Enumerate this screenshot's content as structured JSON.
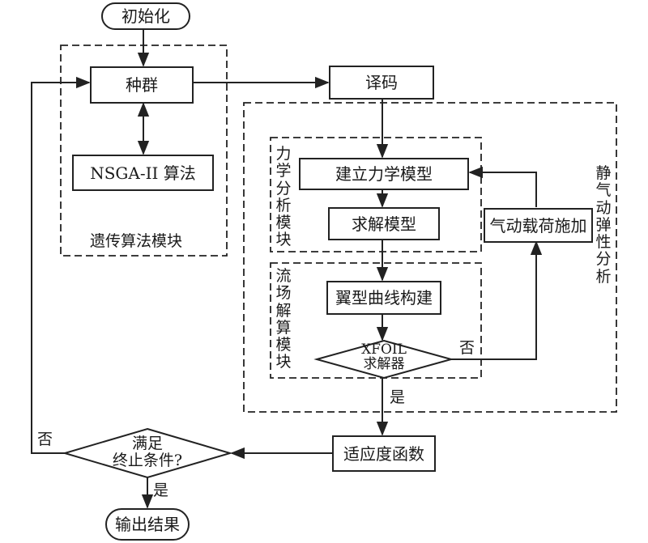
{
  "nodes": {
    "init": "初始化",
    "population": "种群",
    "nsga": "NSGA-II 算法",
    "decode": "译码",
    "build_model": "建立力学模型",
    "solve_model": "求解模型",
    "airload": "气动载荷施加",
    "airfoil": "翼型曲线构建",
    "xfoil_line1": "XFOIL",
    "xfoil_line2": "求解器",
    "fitness": "适应度函数",
    "terminate_line1": "满足",
    "terminate_line2": "终止条件?",
    "output": "输出结果"
  },
  "groups": {
    "ga_module": "遗传算法模块",
    "mech_module": [
      "力",
      "学",
      "分",
      "析",
      "模",
      "块"
    ],
    "flow_module": [
      "流",
      "场",
      "解",
      "算",
      "模",
      "块"
    ],
    "static_aero": [
      "静",
      "气",
      "动",
      "弹",
      "性",
      "分",
      "析"
    ]
  },
  "edges": {
    "xfoil_no": "否",
    "xfoil_yes": "是",
    "term_no": "否",
    "term_yes": "是"
  }
}
